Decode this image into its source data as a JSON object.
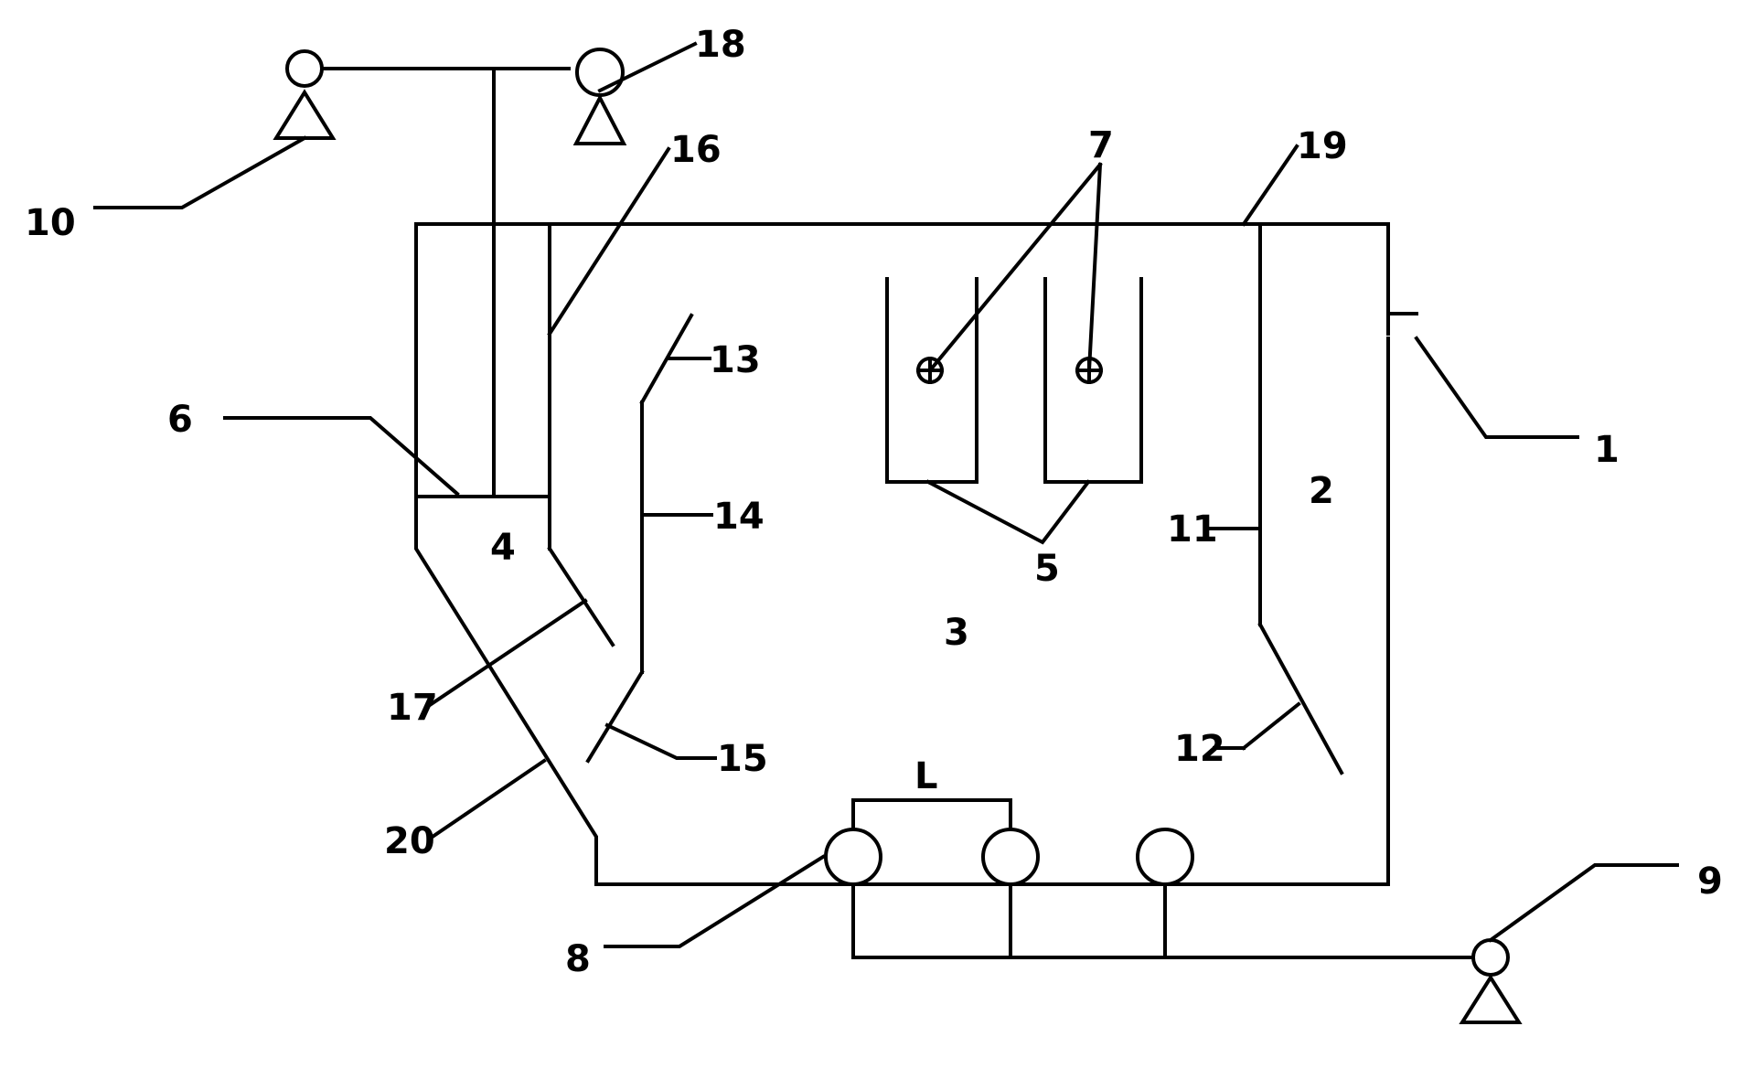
{
  "labels": {
    "inlet": "1",
    "outer_zone": "2",
    "main_zone": "3",
    "settling_zone": "4",
    "tube_groups": "5",
    "collector_plate": "6",
    "fittings": "7",
    "aerators": "8",
    "bottom_blower": "9",
    "top_pump": "10",
    "partition_wall": "11",
    "deflector_right": "12",
    "baffle_top": "13",
    "baffle_wall": "14",
    "baffle_bottom": "15",
    "settler_wall": "16",
    "settler_deflector": "17",
    "return_pump": "18",
    "tank_top": "19",
    "sloped_bottom": "20",
    "spacing": "L"
  },
  "colors": {
    "line": "#000000",
    "background": "#ffffff"
  }
}
